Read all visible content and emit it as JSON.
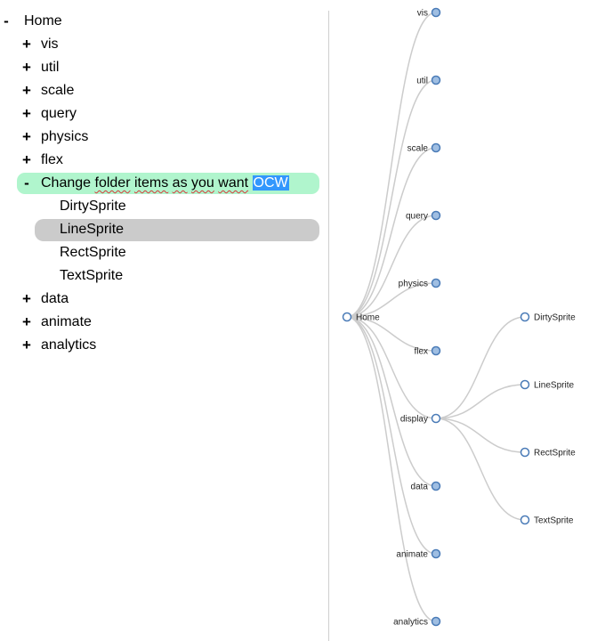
{
  "tree": {
    "root": {
      "toggle": "-",
      "label": "Home"
    },
    "items_before": [
      {
        "toggle": "+",
        "label": "vis"
      },
      {
        "toggle": "+",
        "label": "util"
      },
      {
        "toggle": "+",
        "label": "scale"
      },
      {
        "toggle": "+",
        "label": "query"
      },
      {
        "toggle": "+",
        "label": "physics"
      },
      {
        "toggle": "+",
        "label": "flex"
      }
    ],
    "editing_item": {
      "toggle": "-",
      "words": [
        "Change",
        "folder",
        "items",
        "as",
        "you",
        "want"
      ],
      "selected_word": "OCW"
    },
    "children": [
      {
        "label": "DirtySprite"
      },
      {
        "label": "LineSprite",
        "selected": true
      },
      {
        "label": "RectSprite"
      },
      {
        "label": "TextSprite"
      }
    ],
    "items_after": [
      {
        "toggle": "+",
        "label": "data"
      },
      {
        "toggle": "+",
        "label": "animate"
      },
      {
        "toggle": "+",
        "label": "analytics"
      }
    ]
  },
  "diagram": {
    "colors": {
      "link": "#cccccc",
      "node_stroke": "#4a7bb7",
      "collapsed_fill": "#9fbee2",
      "expanded_fill": "#ffffff"
    },
    "root": {
      "label": "Home"
    },
    "level1": [
      {
        "label": "vis",
        "collapsed": true
      },
      {
        "label": "util",
        "collapsed": true
      },
      {
        "label": "scale",
        "collapsed": true
      },
      {
        "label": "query",
        "collapsed": true
      },
      {
        "label": "physics",
        "collapsed": true
      },
      {
        "label": "flex",
        "collapsed": true
      },
      {
        "label": "display",
        "collapsed": false
      },
      {
        "label": "data",
        "collapsed": true
      },
      {
        "label": "animate",
        "collapsed": true
      },
      {
        "label": "analytics",
        "collapsed": true
      }
    ],
    "expanded_parent": "display",
    "level2": [
      {
        "label": "DirtySprite"
      },
      {
        "label": "LineSprite"
      },
      {
        "label": "RectSprite"
      },
      {
        "label": "TextSprite"
      }
    ]
  }
}
